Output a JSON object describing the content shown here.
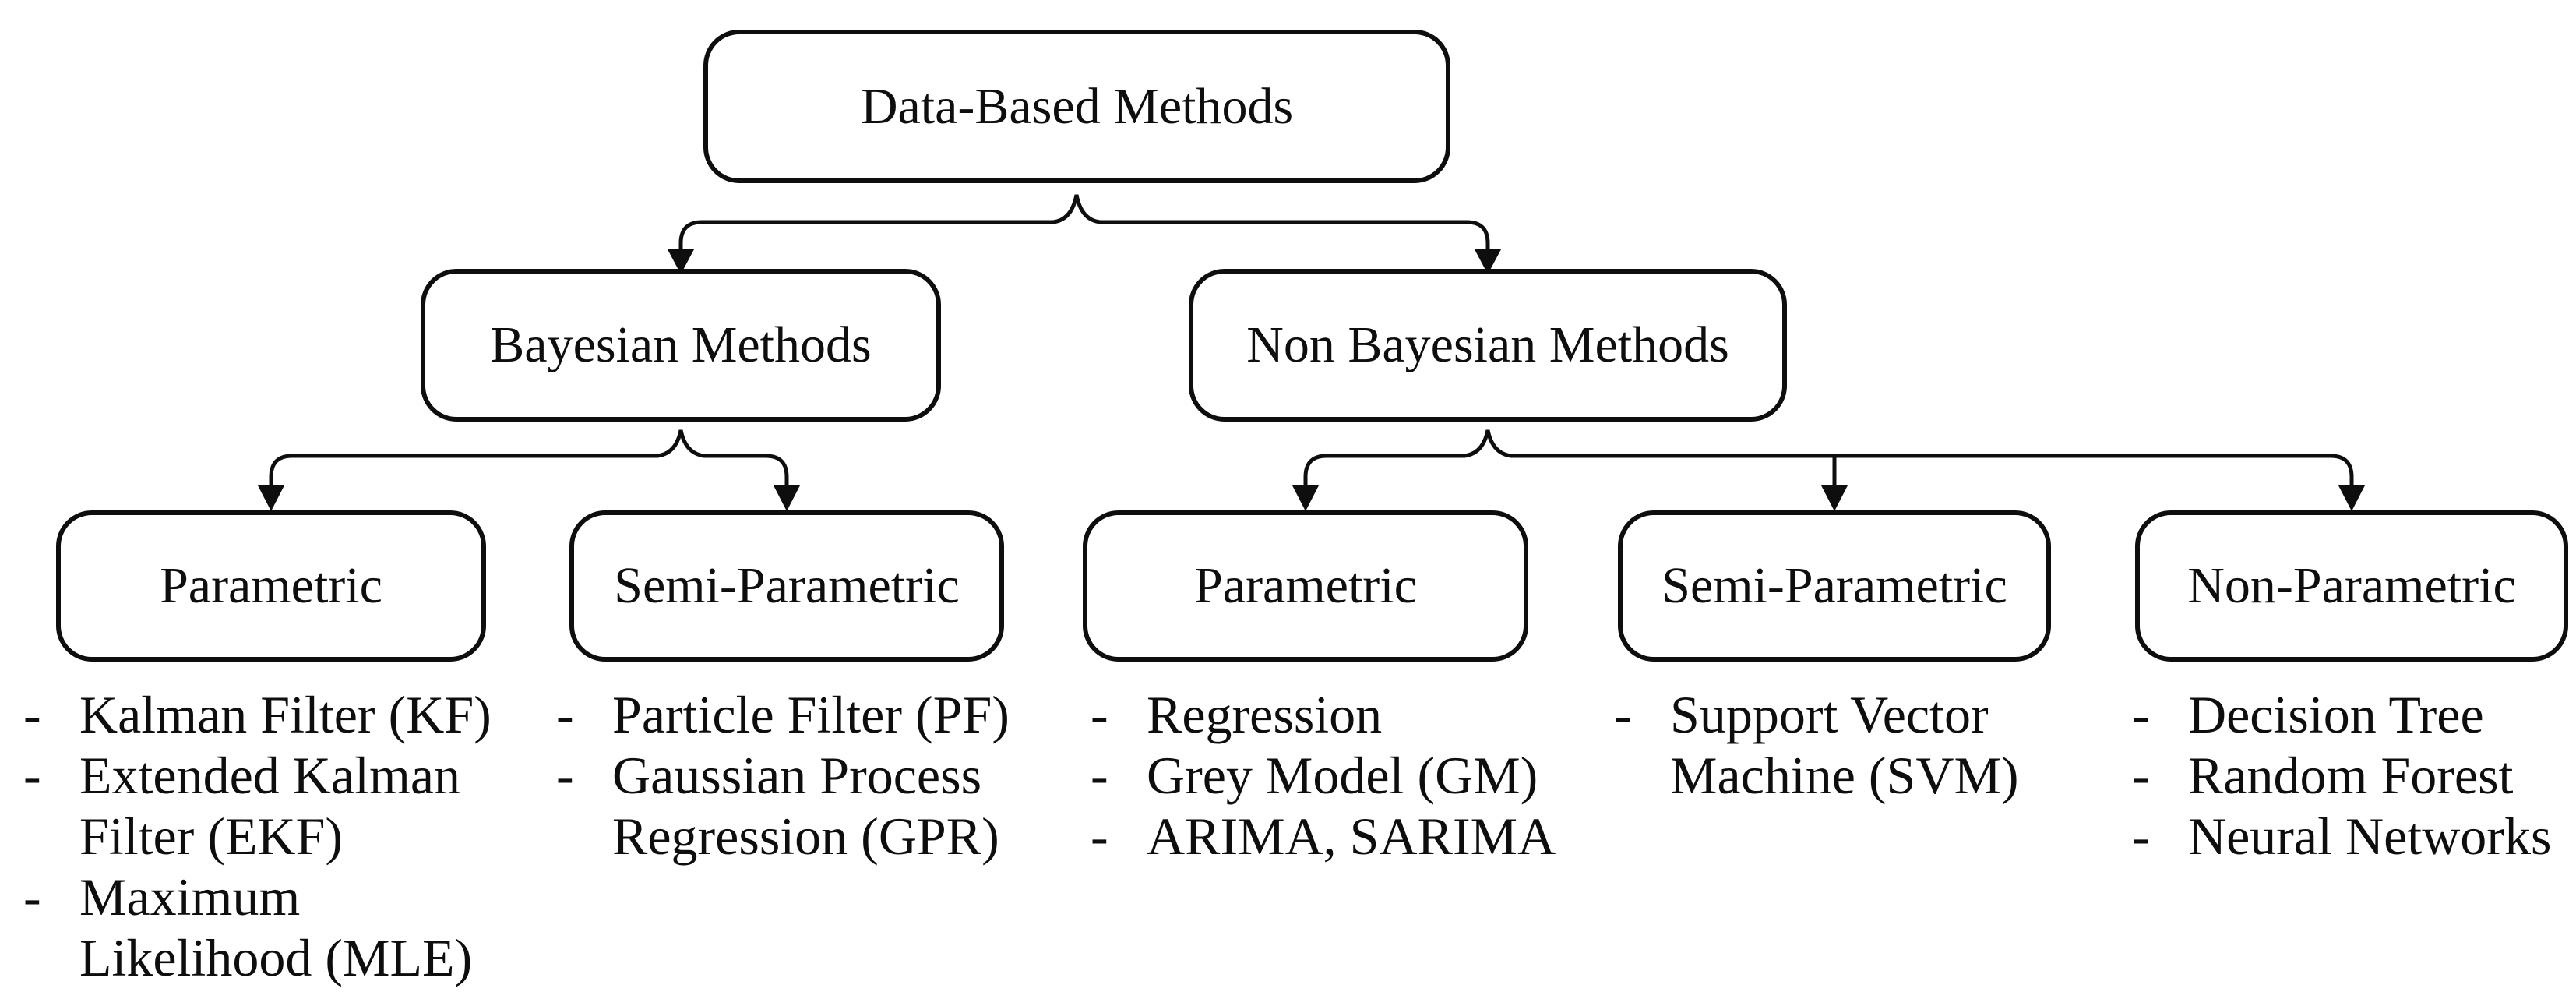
{
  "bullet": "-",
  "nodes": {
    "root": {
      "label": "Data-Based Methods"
    },
    "bayesian": {
      "label": "Bayesian Methods"
    },
    "non_bayesian": {
      "label": "Non Bayesian Methods"
    },
    "bayes_parametric": {
      "label": "Parametric",
      "items": [
        [
          "Kalman Filter (KF)"
        ],
        [
          "Extended Kalman",
          "Filter (EKF)"
        ],
        [
          "Maximum",
          "Likelihood (MLE)"
        ]
      ]
    },
    "bayes_semi_parametric": {
      "label": "Semi-Parametric",
      "items": [
        [
          "Particle Filter (PF)"
        ],
        [
          "Gaussian Process",
          "Regression (GPR)"
        ]
      ]
    },
    "nonbayes_parametric": {
      "label": "Parametric",
      "items": [
        [
          "Regression"
        ],
        [
          "Grey Model (GM)"
        ],
        [
          "ARIMA, SARIMA"
        ]
      ]
    },
    "nonbayes_semi_parametric": {
      "label": "Semi-Parametric",
      "items": [
        [
          "Support Vector",
          "Machine (SVM)"
        ]
      ]
    },
    "nonbayes_non_parametric": {
      "label": "Non-Parametric",
      "items": [
        [
          "Decision Tree"
        ],
        [
          "Random Forest"
        ],
        [
          "Neural Networks"
        ]
      ]
    }
  }
}
